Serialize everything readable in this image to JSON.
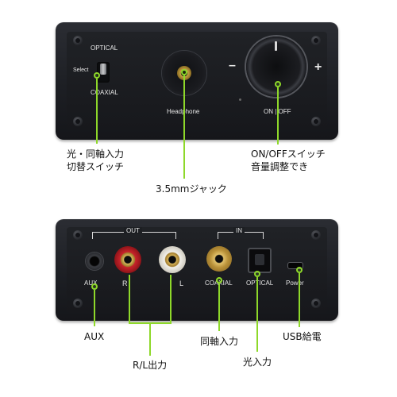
{
  "front": {
    "optical": "OPTICAL",
    "select": "Select",
    "coaxial": "COAXIAL",
    "headphone": "Headphone",
    "minus": "–",
    "plus": "+",
    "onoff": "ON | OFF"
  },
  "back": {
    "out": "OUT",
    "in": "IN",
    "aux": "AUX",
    "r": "R",
    "l": "L",
    "coaxial": "COAXIAL",
    "optical": "OPTICAL",
    "power": "Power"
  },
  "callouts": {
    "selector_line1": "光・同軸入力",
    "selector_line2": "切替スイッチ",
    "jack": "3.5mmジャック",
    "power_line1": "ON/OFFスイッチ",
    "power_line2": "音量調整でき",
    "aux": "AUX",
    "rl_out": "R/L出力",
    "coax_in": "同軸入力",
    "optical_in": "光入力",
    "usb": "USB給電"
  },
  "colors": {
    "accent_green": "#8ed82a",
    "rca_red": "#c8232b",
    "rca_white": "#e8e6df",
    "gold": "#c9a247"
  }
}
